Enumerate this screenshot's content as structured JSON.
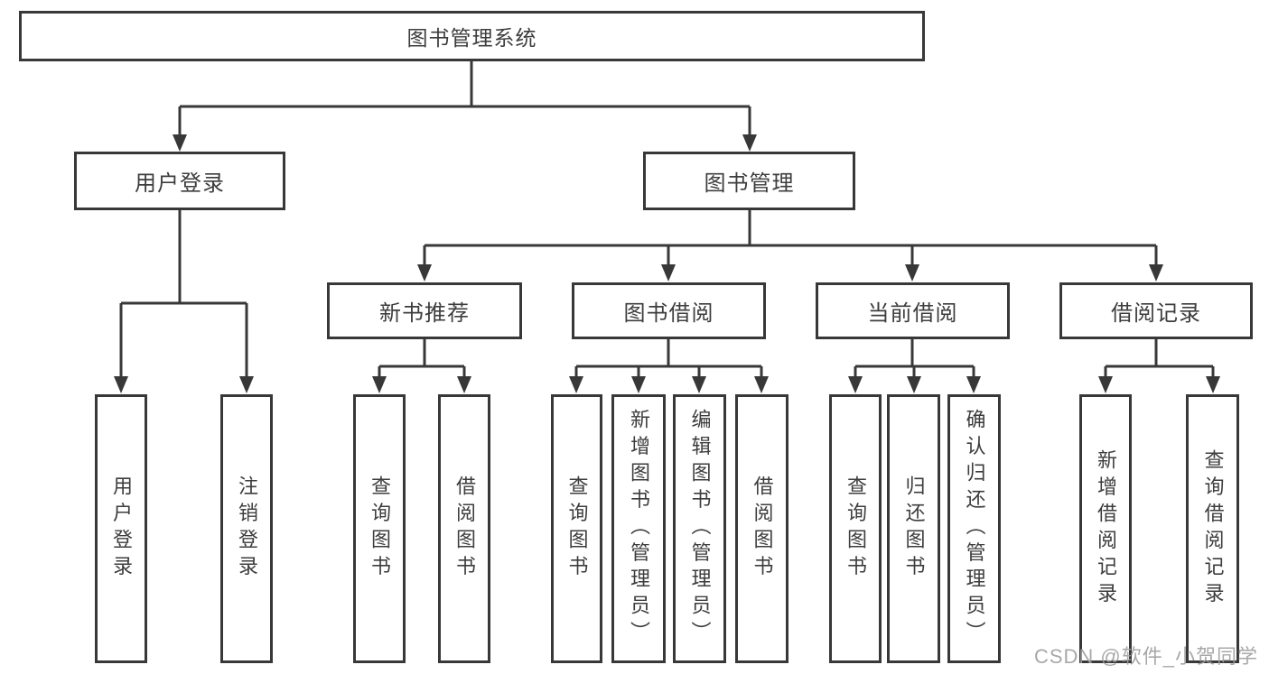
{
  "tree": {
    "root": "图书管理系统",
    "branches": [
      {
        "label": "用户登录",
        "children": [
          "用户登录",
          "注销登录"
        ]
      },
      {
        "label": "图书管理",
        "sections": [
          {
            "label": "新书推荐",
            "children": [
              "查询图书",
              "借阅图书"
            ]
          },
          {
            "label": "图书借阅",
            "children": [
              "查询图书",
              "新增图书（管理员）",
              "编辑图书（管理员）",
              "借阅图书"
            ]
          },
          {
            "label": "当前借阅",
            "children": [
              "查询图书",
              "归还图书",
              "确认归还（管理员）"
            ]
          },
          {
            "label": "借阅记录",
            "children": [
              "新增借阅记录",
              "查询借阅记录"
            ]
          }
        ]
      }
    ]
  },
  "watermark": "CSDN @软件_小贺同学",
  "colors": {
    "line": "#383838",
    "box_border": "#383838",
    "text": "#3d3d3d",
    "watermark": "#9e9e9e",
    "background": "#ffffff"
  }
}
